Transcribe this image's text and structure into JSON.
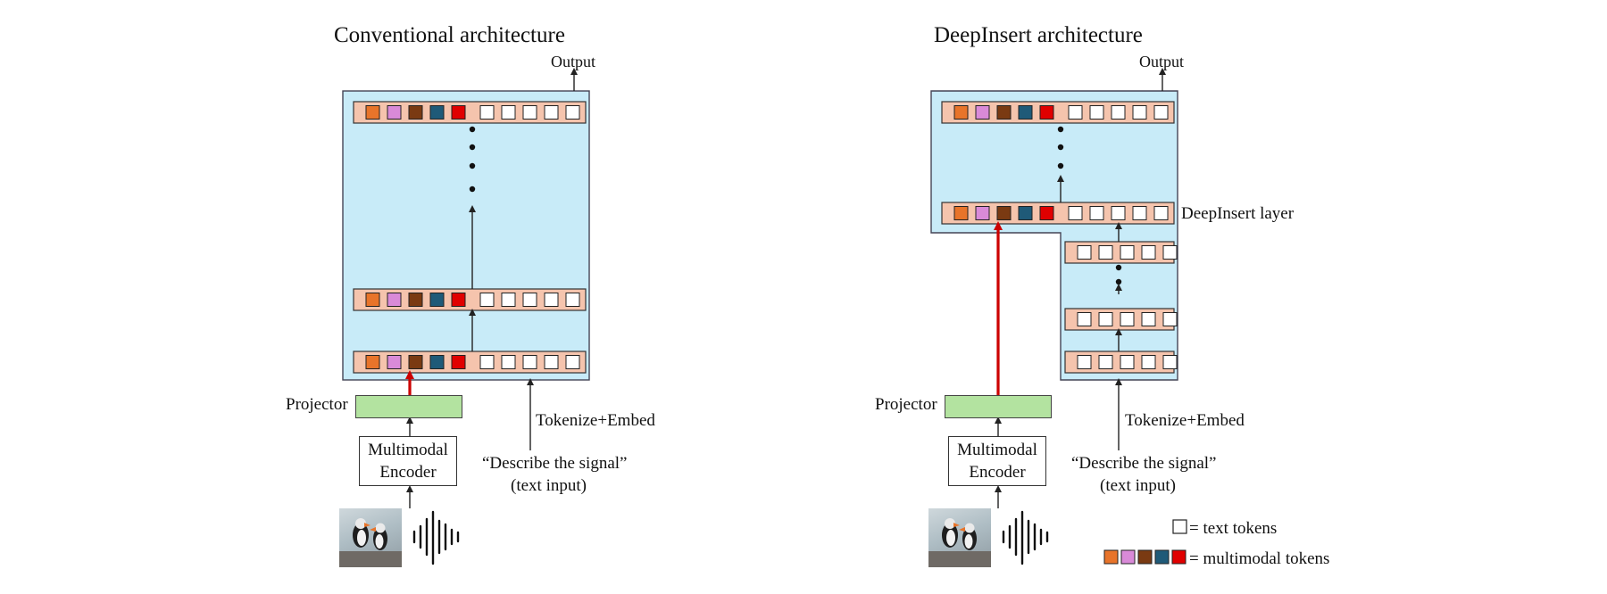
{
  "left": {
    "title": "Conventional architecture",
    "output_label": "Output",
    "projector_label": "Projector",
    "encoder_line1": "Multimodal",
    "encoder_line2": "Encoder",
    "tokenize_label": "Tokenize+Embed",
    "prompt_line1": "“Describe the signal”",
    "prompt_line2": "(text input)"
  },
  "right": {
    "title": "DeepInsert architecture",
    "output_label": "Output",
    "deepinsert_layer_label": "DeepInsert layer",
    "projector_label": "Projector",
    "encoder_line1": "Multimodal",
    "encoder_line2": "Encoder",
    "tokenize_label": "Tokenize+Embed",
    "prompt_line1": "“Describe the signal”",
    "prompt_line2": "(text input)"
  },
  "legend": {
    "text_tokens": "= text tokens",
    "multimodal_tokens": "= multimodal tokens"
  },
  "colors": {
    "panel": "#c8ebf8",
    "layer_bar": "#f5c4ad",
    "multimodal_tokens": [
      "#e8742a",
      "#d98ad8",
      "#7a3a12",
      "#1f5a78",
      "#e00000"
    ],
    "text_token": "#ffffff",
    "injection_arrow": "#cc0000",
    "projector": "#b3e3a0"
  },
  "icons": {
    "image_input": "puffin-photo-icon",
    "audio_input": "audio-waveform-icon"
  }
}
